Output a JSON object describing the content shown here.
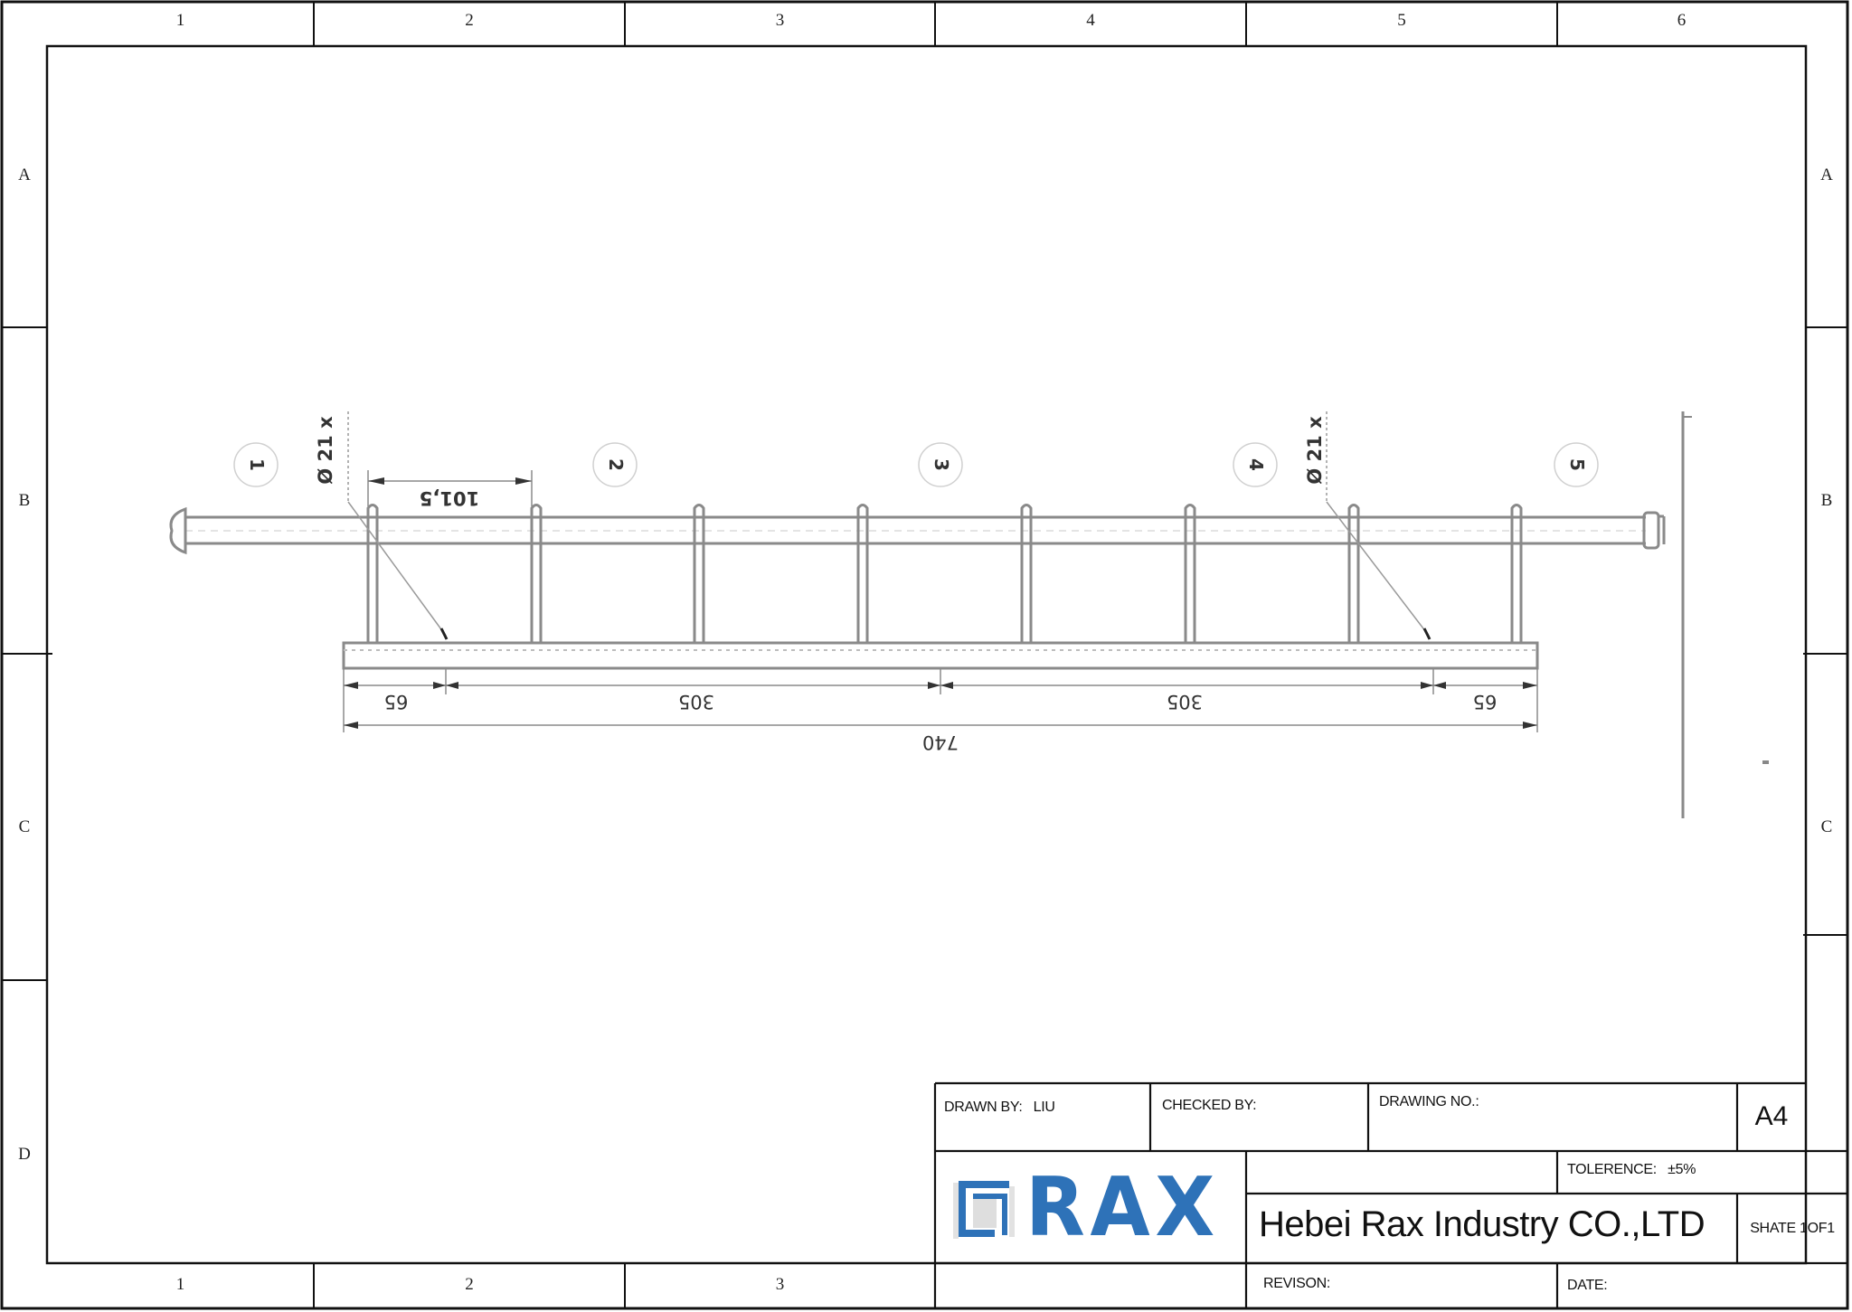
{
  "frame": {
    "column_labels": [
      "1",
      "2",
      "3",
      "4",
      "5",
      "6"
    ],
    "row_labels_left": [
      "A",
      "B",
      "C",
      "D"
    ],
    "row_labels_right": [
      "A",
      "B",
      "C",
      ""
    ],
    "bottom_column_labels": [
      "1",
      "2",
      "3"
    ],
    "colors": {
      "line": "#111111",
      "drawing_line": "#8a8a8a",
      "brand_blue": "#2e72b8",
      "logo_grey": "#d9d9d9"
    }
  },
  "drawing": {
    "balloons": [
      "1",
      "2",
      "3",
      "4",
      "5"
    ],
    "diameter_notes": [
      "Ø 21 x",
      "Ø 21 x"
    ],
    "dimensions": {
      "pitch": "101,5",
      "end_left": "65",
      "span_left": "305",
      "span_right": "305",
      "end_right": "65",
      "overall": "740"
    },
    "upright_count": 8
  },
  "title_block": {
    "drawn_by_label": "DRAWN BY:",
    "drawn_by_value": "LIU",
    "checked_by_label": "CHECKED BY:",
    "drawing_no_label": "DRAWING NO.:",
    "paper_size": "A4",
    "tolerance_label": "TOLERENCE:",
    "tolerance_value": "±5%",
    "logo_text": "RAX",
    "company_name": "Hebei Rax Industry CO.,LTD",
    "sheet": "SHATE 1OF1",
    "revision_label": "REVISON:",
    "date_label": "DATE:"
  }
}
